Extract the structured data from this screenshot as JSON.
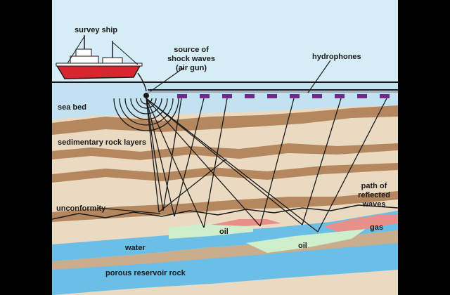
{
  "labels": {
    "survey_ship": "survey ship",
    "source_line1": "source of",
    "source_line2": "shock waves",
    "source_line3": "(air gun)",
    "hydrophones": "hydrophones",
    "sea_bed": "sea bed",
    "sedimentary": "sedimentary rock layers",
    "path_line1": "path of",
    "path_line2": "reflected",
    "path_line3": "waves",
    "unconformity": "unconformity",
    "oil_1": "oil",
    "oil_2": "oil",
    "gas": "gas",
    "water": "water",
    "porous": "porous reservoir rock"
  },
  "colors": {
    "sky": "#d6ecf7",
    "sea": "#c2e2f2",
    "sand": "#eadac2",
    "band_dark": "#b4875f",
    "reservoir": "#6bbfe6",
    "oil": "#cfeecb",
    "gas": "#e7908a",
    "ship_hull": "#d8262e",
    "hydrophone": "#6a2c8f"
  }
}
